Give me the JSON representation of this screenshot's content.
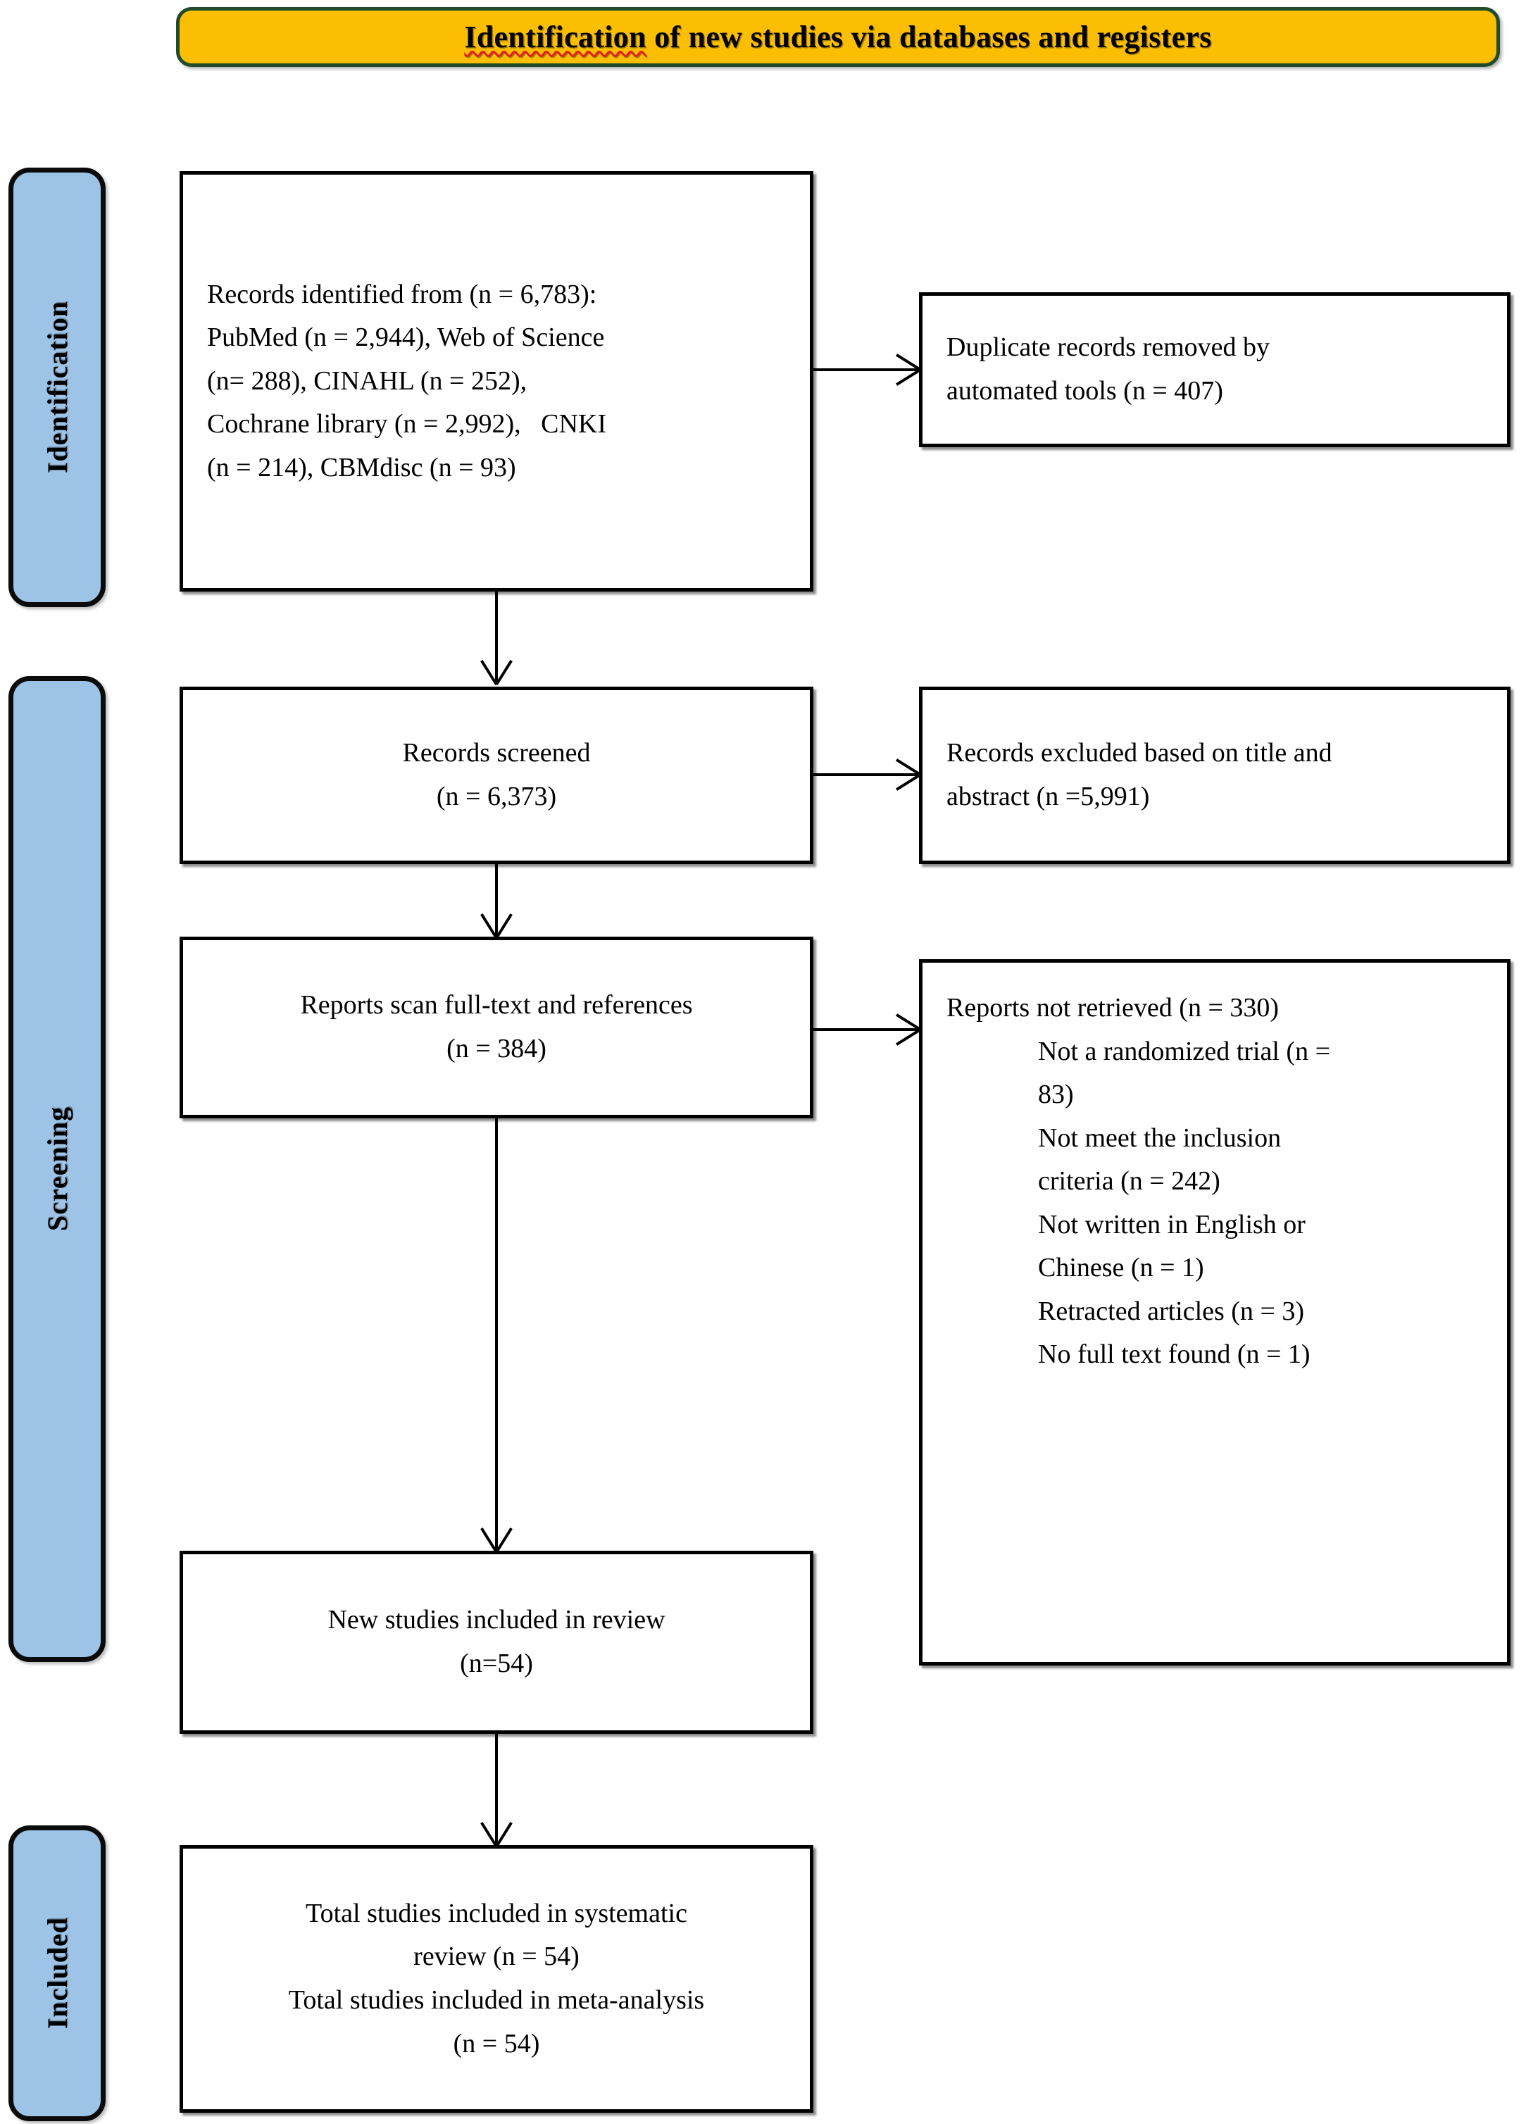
{
  "title": {
    "prefix": "Identification",
    "rest": " of new studies via databases and registers",
    "banner_color": "#FBBE00",
    "border_color": "#1F4A2C",
    "spellcheck_underline_color": "#E02020"
  },
  "phases": [
    {
      "name": "identification",
      "label": "Identification"
    },
    {
      "name": "screening",
      "label": "Screening"
    },
    {
      "name": "included",
      "label": "Included"
    }
  ],
  "phase_color": "#9DC3E6",
  "boxes": {
    "identified": {
      "lines": [
        "Records identified from (n = 6,783):",
        "PubMed (n = 2,944), Web of Science",
        "(n= 288), CINAHL (n = 252),",
        "Cochrane library (n = 2,992),   CNKI",
        "(n = 214), CBMdisc (n = 93)"
      ]
    },
    "duplicates": {
      "lines": [
        "Duplicate records removed by",
        "automated tools (n = 407)"
      ]
    },
    "screened": {
      "lines": [
        "Records screened",
        "(n = 6,373)"
      ]
    },
    "excluded_title_abstract": {
      "lines": [
        "Records excluded based on title and",
        "abstract (n =5,991)"
      ]
    },
    "fulltext": {
      "lines": [
        "Reports scan full-text and references",
        "(n = 384)"
      ]
    },
    "not_retrieved": {
      "heading": "Reports not retrieved (n = 330)",
      "reasons": [
        "Not a randomized trial (n =",
        "83)",
        "Not meet the inclusion",
        "criteria (n = 242)",
        "Not written in English or",
        "Chinese (n = 1)",
        "Retracted articles (n = 3)",
        "No full text found (n = 1)"
      ]
    },
    "new_studies": {
      "lines": [
        "New studies included in review",
        "(n=54)"
      ]
    },
    "total": {
      "lines": [
        "Total studies included in systematic",
        "review (n = 54)",
        "Total studies included in meta-analysis",
        "(n = 54)"
      ]
    }
  }
}
